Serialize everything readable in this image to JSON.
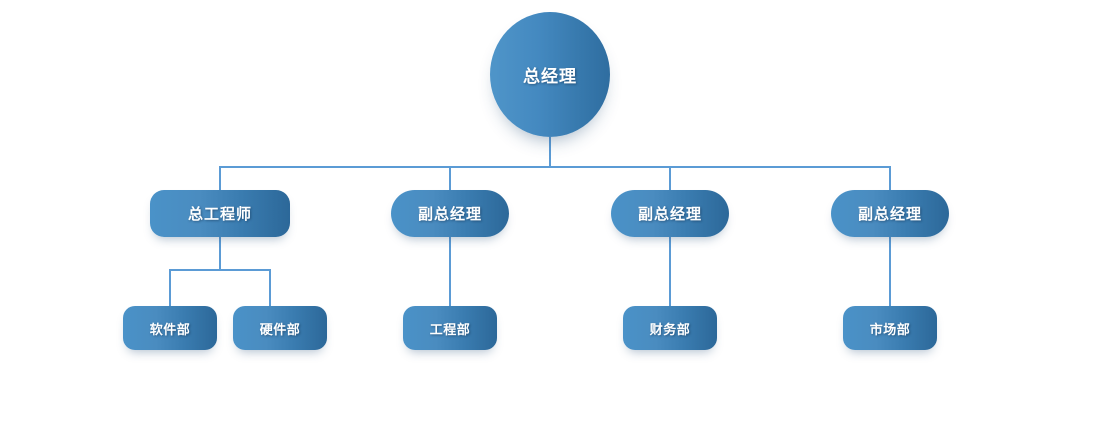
{
  "chart_data": {
    "type": "diagram",
    "diagram_type": "organization-chart",
    "title": "",
    "orientation": "top-down",
    "colors": {
      "node_gradient_start": "#4a92c8",
      "node_gradient_end": "#2c6899",
      "connector_line": "#5b9bd5",
      "node_text": "#ffffff",
      "background": "#ffffff"
    },
    "nodes": [
      {
        "id": "root",
        "label": "总经理",
        "level": 0,
        "shape": "circle"
      },
      {
        "id": "chief-engineer",
        "label": "总工程师",
        "level": 1,
        "shape": "rounded-rect"
      },
      {
        "id": "deputy-1",
        "label": "副总经理",
        "level": 1,
        "shape": "pill"
      },
      {
        "id": "deputy-2",
        "label": "副总经理",
        "level": 1,
        "shape": "pill"
      },
      {
        "id": "deputy-3",
        "label": "副总经理",
        "level": 1,
        "shape": "pill"
      },
      {
        "id": "software-dept",
        "label": "软件部",
        "level": 2,
        "shape": "rounded-rect"
      },
      {
        "id": "hardware-dept",
        "label": "硬件部",
        "level": 2,
        "shape": "rounded-rect"
      },
      {
        "id": "engineering-dept",
        "label": "工程部",
        "level": 2,
        "shape": "rounded-rect"
      },
      {
        "id": "finance-dept",
        "label": "财务部",
        "level": 2,
        "shape": "rounded-rect"
      },
      {
        "id": "marketing-dept",
        "label": "市场部",
        "level": 2,
        "shape": "rounded-rect"
      }
    ],
    "edges": [
      {
        "from": "root",
        "to": "chief-engineer"
      },
      {
        "from": "root",
        "to": "deputy-1"
      },
      {
        "from": "root",
        "to": "deputy-2"
      },
      {
        "from": "root",
        "to": "deputy-3"
      },
      {
        "from": "chief-engineer",
        "to": "software-dept"
      },
      {
        "from": "chief-engineer",
        "to": "hardware-dept"
      },
      {
        "from": "deputy-1",
        "to": "engineering-dept"
      },
      {
        "from": "deputy-2",
        "to": "finance-dept"
      },
      {
        "from": "deputy-3",
        "to": "marketing-dept"
      }
    ]
  },
  "chart": {
    "root": {
      "label": "总经理"
    },
    "level1": [
      {
        "label": "总工程师"
      },
      {
        "label": "副总经理"
      },
      {
        "label": "副总经理"
      },
      {
        "label": "副总经理"
      }
    ],
    "level2": [
      {
        "label": "软件部"
      },
      {
        "label": "硬件部"
      },
      {
        "label": "工程部"
      },
      {
        "label": "财务部"
      },
      {
        "label": "市场部"
      }
    ]
  }
}
